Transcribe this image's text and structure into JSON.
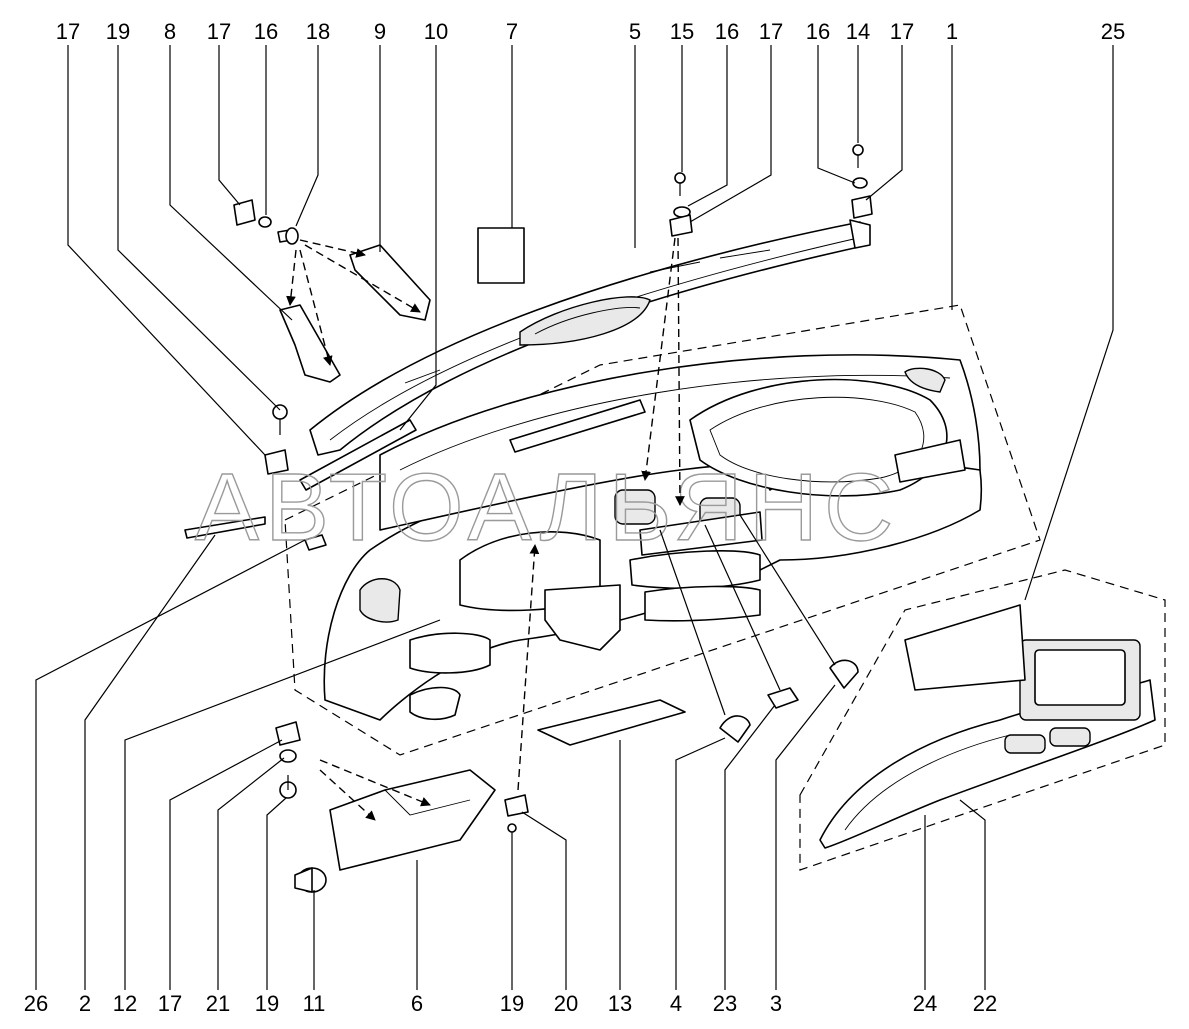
{
  "watermark": "АВТОАЛЬЯНС",
  "callouts_top": [
    "17",
    "19",
    "8",
    "17",
    "16",
    "18",
    "9",
    "10",
    "7",
    "5",
    "15",
    "16",
    "17",
    "16",
    "14",
    "17",
    "1",
    "25"
  ],
  "callouts_bottom": [
    "26",
    "2",
    "12",
    "17",
    "21",
    "19",
    "11",
    "6",
    "19",
    "20",
    "13",
    "4",
    "23",
    "3",
    "24",
    "22"
  ]
}
